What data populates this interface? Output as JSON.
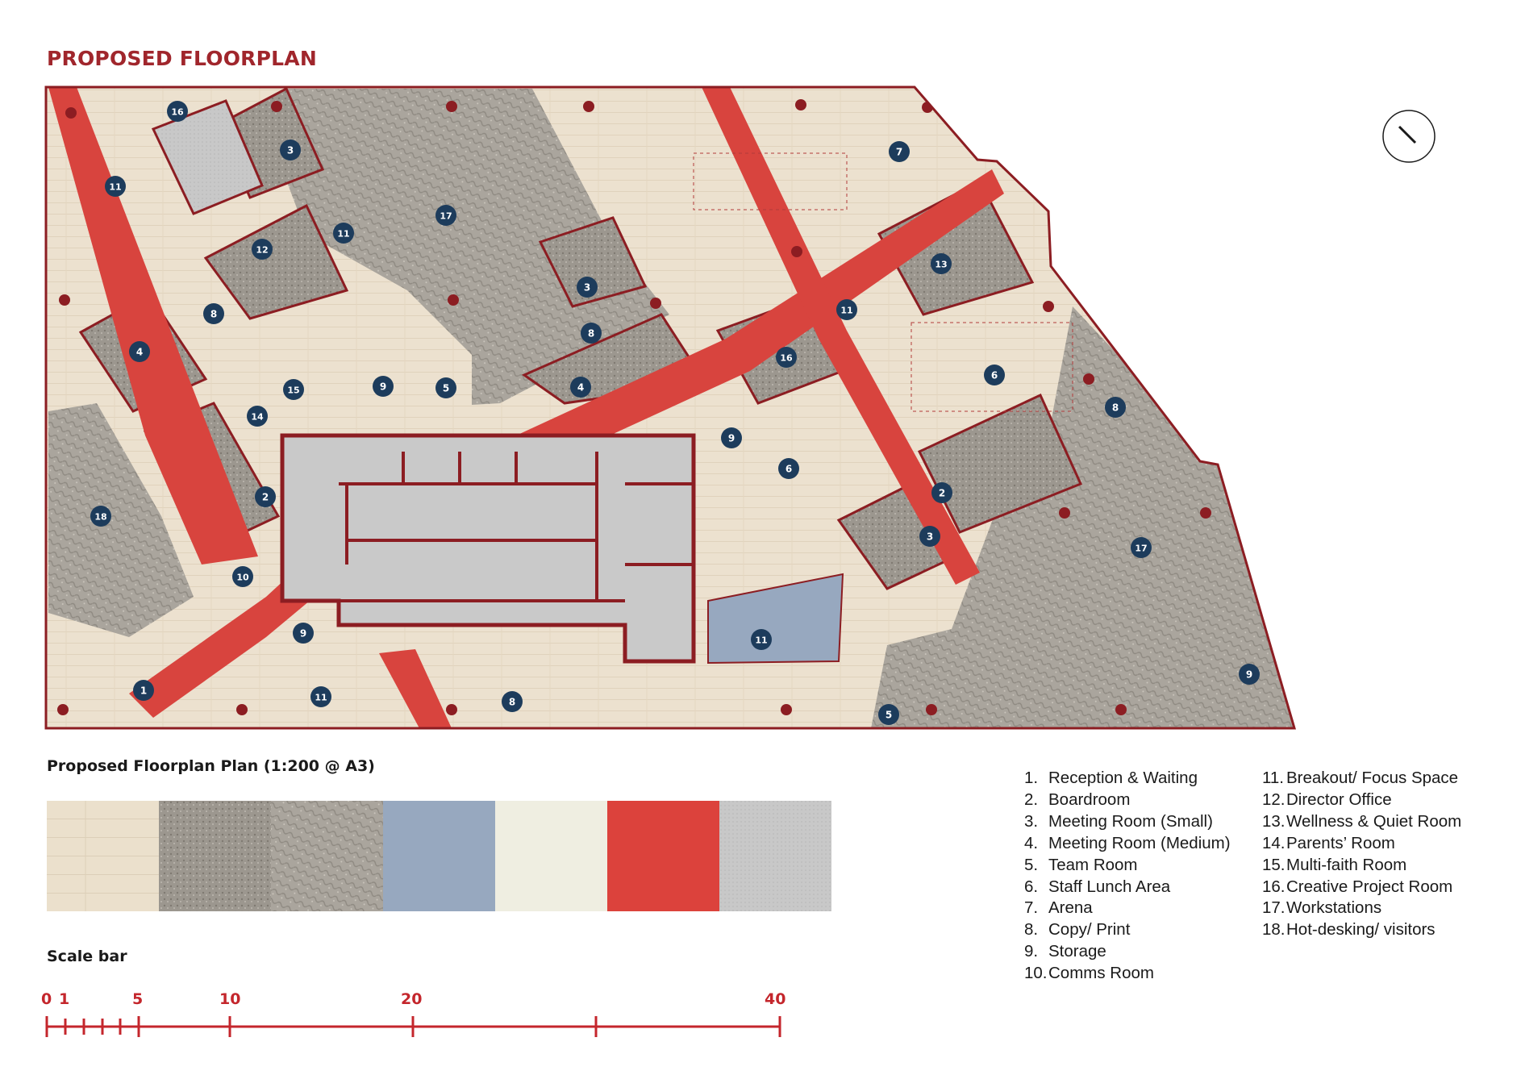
{
  "title": "PROPOSED FLOORPLAN",
  "plan_caption": "Proposed Floorplan Plan (1:200 @ A3)",
  "colors": {
    "title": "#a0262c",
    "plan_outline": "#8c1d22",
    "floor_timber": "#ece1cf",
    "circulation_red": "#d8443e",
    "carpet_grey": "#a9a59e",
    "core_grey": "#c9c9c9",
    "blue_zone": "#97a8bf",
    "marker_blue": "#1d3c5c"
  },
  "materials": [
    {
      "name": "timber",
      "color": "#ebe0cc"
    },
    {
      "name": "carpet-dark",
      "color": "#9a958c"
    },
    {
      "name": "carpet-pattern",
      "color": "#b4aea4"
    },
    {
      "name": "blue-vinyl",
      "color": "#97a8bf"
    },
    {
      "name": "off-white",
      "color": "#efeee1"
    },
    {
      "name": "red",
      "color": "#dc423c"
    },
    {
      "name": "grey",
      "color": "#c5c5c5"
    }
  ],
  "room_markers": [
    {
      "n": "16"
    },
    {
      "n": "3"
    },
    {
      "n": "11"
    },
    {
      "n": "12"
    },
    {
      "n": "11"
    },
    {
      "n": "17"
    },
    {
      "n": "7"
    },
    {
      "n": "13"
    },
    {
      "n": "3"
    },
    {
      "n": "8"
    },
    {
      "n": "4"
    },
    {
      "n": "8"
    },
    {
      "n": "11"
    },
    {
      "n": "16"
    },
    {
      "n": "6"
    },
    {
      "n": "15"
    },
    {
      "n": "9"
    },
    {
      "n": "5"
    },
    {
      "n": "4"
    },
    {
      "n": "14"
    },
    {
      "n": "9"
    },
    {
      "n": "8"
    },
    {
      "n": "6"
    },
    {
      "n": "2"
    },
    {
      "n": "2"
    },
    {
      "n": "3"
    },
    {
      "n": "17"
    },
    {
      "n": "18"
    },
    {
      "n": "10"
    },
    {
      "n": "9"
    },
    {
      "n": "11"
    },
    {
      "n": "9"
    },
    {
      "n": "1"
    },
    {
      "n": "11"
    },
    {
      "n": "8"
    },
    {
      "n": "5"
    }
  ],
  "legend_col1": [
    {
      "num": "1.",
      "label": "Reception & Waiting"
    },
    {
      "num": "2.",
      "label": "Boardroom"
    },
    {
      "num": "3.",
      "label": "Meeting Room (Small)"
    },
    {
      "num": "4.",
      "label": "Meeting Room (Medium)"
    },
    {
      "num": "5.",
      "label": "Team Room"
    },
    {
      "num": "6.",
      "label": "Staff Lunch Area"
    },
    {
      "num": "7.",
      "label": "Arena"
    },
    {
      "num": "8.",
      "label": "Copy/ Print"
    },
    {
      "num": "9.",
      "label": "Storage"
    },
    {
      "num": "10.",
      "label": "Comms Room"
    }
  ],
  "legend_col2": [
    {
      "num": "11.",
      "label": "Breakout/ Focus Space"
    },
    {
      "num": "12.",
      "label": "Director Office"
    },
    {
      "num": "13.",
      "label": "Wellness & Quiet Room"
    },
    {
      "num": "14.",
      "label": "Parents’ Room"
    },
    {
      "num": "15.",
      "label": "Multi-faith Room"
    },
    {
      "num": "16.",
      "label": "Creative Project Room"
    },
    {
      "num": "17.",
      "label": "Workstations"
    },
    {
      "num": "18.",
      "label": "Hot-desking/ visitors"
    }
  ],
  "scale": {
    "title": "Scale bar",
    "labels": [
      "0",
      "1",
      "5",
      "10",
      "20",
      "40"
    ]
  }
}
